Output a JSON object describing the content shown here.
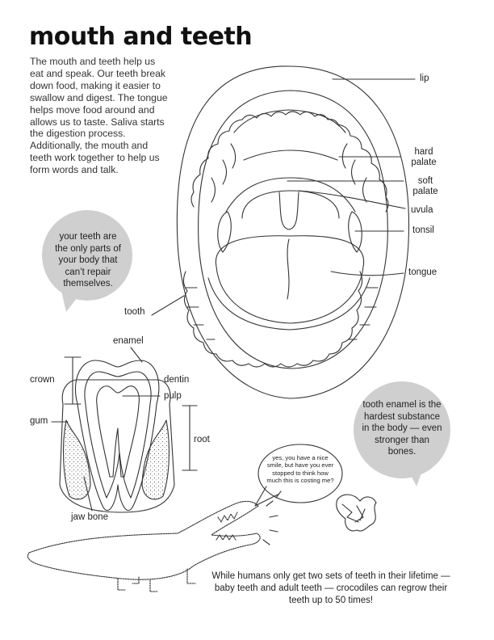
{
  "title": "mouth and teeth",
  "intro": "The mouth and teeth help us eat and speak. Our teeth break down food, making it easier to swallow and digest. The tongue helps move food around and allows us to taste. Saliva starts the digestion process. Additionally, the mouth and teeth work together to help us form words and talk.",
  "mouth_labels": {
    "lip": "lip",
    "hard_palate": "hard palate",
    "soft_palate": "soft palate",
    "uvula": "uvula",
    "tonsil": "tonsil",
    "tongue": "tongue",
    "tooth": "tooth"
  },
  "tooth_labels": {
    "enamel": "enamel",
    "crown": "crown",
    "dentin": "dentin",
    "pulp": "pulp",
    "gum": "gum",
    "root": "root",
    "jaw_bone": "jaw bone"
  },
  "facts": {
    "repair": "your teeth are the only parts of your body that can’t repair themselves.",
    "enamel": "tooth enamel is the hardest substance in the body — even stronger than bones."
  },
  "speech": "yes, you have a nice smile, but have you ever stopped to think how much this is costing me?",
  "footer": "While humans only get two sets of teeth in their lifetime — baby teeth and adult teeth — crocodiles can regrow their teeth up to 50 times!",
  "colors": {
    "bubble": "#cfcfcf",
    "line": "#333333"
  }
}
